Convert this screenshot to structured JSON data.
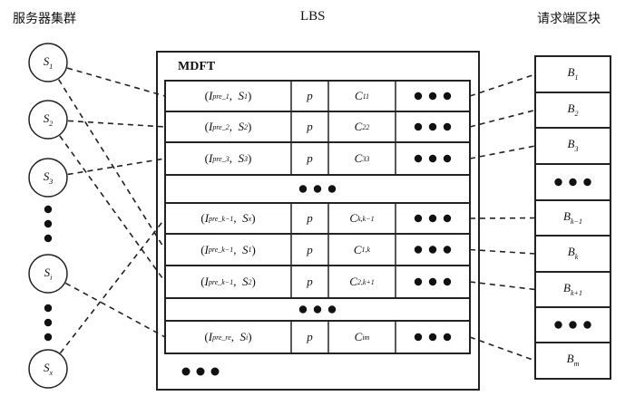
{
  "headers": {
    "servers": "服务器集群",
    "lbs": "LBS",
    "blocks": "请求端区块"
  },
  "mdft": {
    "title": "MDFT",
    "rows": [
      {
        "type": "entry",
        "I_sub": "pre_1",
        "S": "S",
        "S_sub": "1",
        "p": "p",
        "C": "C",
        "C_sub": "11",
        "more": "●●●"
      },
      {
        "type": "entry",
        "I_sub": "pre_2",
        "S": "S",
        "S_sub": "2",
        "p": "p",
        "C": "C",
        "C_sub": "22",
        "more": "●●●"
      },
      {
        "type": "entry",
        "I_sub": "pre_3",
        "S": "S",
        "S_sub": "3",
        "p": "p",
        "C": "C",
        "C_sub": "33",
        "more": "●●●"
      },
      {
        "type": "ellipsis",
        "more": "●●●"
      },
      {
        "type": "entry",
        "I_sub": "pre_k−1",
        "S": "S",
        "S_sub": "x",
        "p": "p",
        "C": "C",
        "C_sub": "k,k−1",
        "more": "●●●"
      },
      {
        "type": "entry",
        "I_sub": "pre_k−1",
        "S": "S",
        "S_sub": "1",
        "p": "p",
        "C": "C",
        "C_sub": "1,k",
        "more": "●●●"
      },
      {
        "type": "entry",
        "I_sub": "pre_k−1",
        "S": "S",
        "S_sub": "2",
        "p": "p",
        "C": "C",
        "C_sub": "2,k+1",
        "more": "●●●"
      },
      {
        "type": "ellipsis",
        "more": "●●●"
      },
      {
        "type": "entry",
        "I_sub": "pre_re",
        "S": "S",
        "S_sub": "i",
        "p": "p",
        "C": "C",
        "C_sub": "im",
        "more": "●●●"
      }
    ],
    "footer_more": "●●●"
  },
  "servers": [
    {
      "label": "S",
      "sub": "1"
    },
    {
      "label": "S",
      "sub": "2"
    },
    {
      "label": "S",
      "sub": "3"
    },
    {
      "label": "S",
      "sub": "i"
    },
    {
      "label": "S",
      "sub": "x"
    }
  ],
  "blocks": [
    {
      "label": "B",
      "sub": "1"
    },
    {
      "label": "B",
      "sub": "2"
    },
    {
      "label": "B",
      "sub": "3"
    },
    {
      "label": "",
      "sub": "",
      "ellipsis": true
    },
    {
      "label": "B",
      "sub": "k−1"
    },
    {
      "label": "B",
      "sub": "k"
    },
    {
      "label": "B",
      "sub": "k+1"
    },
    {
      "label": "",
      "sub": "",
      "ellipsis": true
    },
    {
      "label": "B",
      "sub": "m"
    }
  ],
  "connections": {
    "server_to_row": [
      {
        "server": "S1",
        "row": 0
      },
      {
        "server": "S2",
        "row": 1
      },
      {
        "server": "S3",
        "row": 2
      },
      {
        "server": "S1",
        "row": 5
      },
      {
        "server": "S2",
        "row": 6
      },
      {
        "server": "Sx",
        "row": 4
      },
      {
        "server": "Si",
        "row": 8
      }
    ],
    "row_to_block": [
      {
        "row": 0,
        "block": "B1"
      },
      {
        "row": 1,
        "block": "B2"
      },
      {
        "row": 2,
        "block": "B3"
      },
      {
        "row": 4,
        "block": "Bk-1"
      },
      {
        "row": 5,
        "block": "Bk"
      },
      {
        "row": 6,
        "block": "Bk+1"
      },
      {
        "row": 8,
        "block": "Bm"
      }
    ]
  }
}
